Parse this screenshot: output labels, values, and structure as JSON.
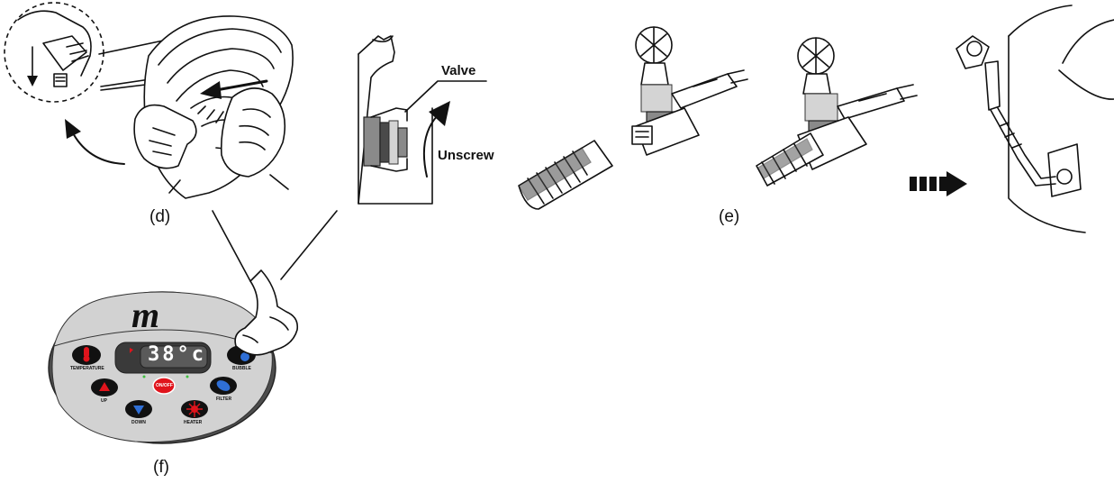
{
  "steps": {
    "d": {
      "caption": "(d)"
    },
    "e": {
      "caption": "(e)"
    },
    "f": {
      "caption": "(f)"
    }
  },
  "valve_detail": {
    "valve_label": "Valve",
    "unscrew_label": "Unscrew"
  },
  "control_panel": {
    "logo": "m",
    "display": "38°c",
    "center_button": "ON/OFF",
    "labels": {
      "temperature": "TEMPERATURE",
      "bubble": "BUBBLE",
      "up": "UP",
      "filter": "FILTER",
      "down": "DOWN",
      "heater": "HEATER"
    }
  },
  "colors": {
    "panel_dark": "#4d4d4d",
    "panel_light": "#d2d2d2",
    "button_black": "#111111",
    "accent_red": "#e0141c",
    "accent_blue": "#2f6fd6"
  }
}
